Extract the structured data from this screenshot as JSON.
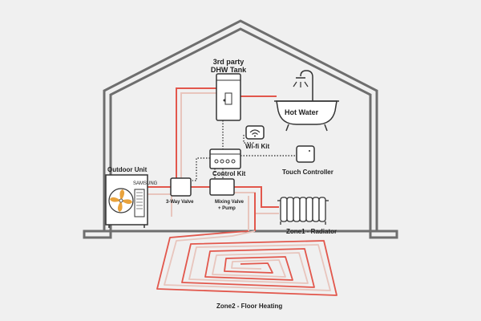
{
  "labels": {
    "tank_line1": "3rd party",
    "tank_line2": "DHW Tank",
    "hot_water": "Hot Water",
    "wifi_kit": "Wi-fi Kit",
    "control_kit": "Control Kit",
    "touch_controller": "Touch Controller",
    "outdoor_unit": "Outdoor Unit",
    "outdoor_badge": "SAMSUNG",
    "three_way_valve": "3-Way Valve",
    "mixing_line1": "Mixing Valve",
    "mixing_line2": "+ Pump",
    "zone1": "Zone1 - Radiator",
    "zone2": "Zone2 - Floor Heating"
  },
  "colors": {
    "background": "#f0f0f0",
    "house_outline": "#6e6e6e",
    "hot_pipe": "#e2574c",
    "return_pipe": "#e8c5bd",
    "component_stroke": "#333333"
  }
}
